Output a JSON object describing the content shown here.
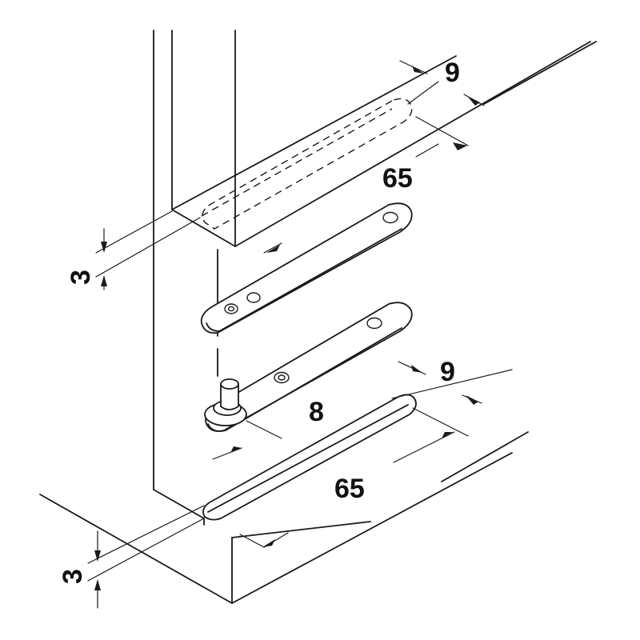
{
  "dimensions": {
    "top_slot_width": "9",
    "top_slot_length": "65",
    "top_plate_thickness": "3",
    "pin_offset": "8",
    "bottom_slot_width": "9",
    "bottom_slot_length": "65",
    "bottom_plate_thickness": "3"
  },
  "colors": {
    "line": "#1a1a1a",
    "background": "#ffffff"
  }
}
